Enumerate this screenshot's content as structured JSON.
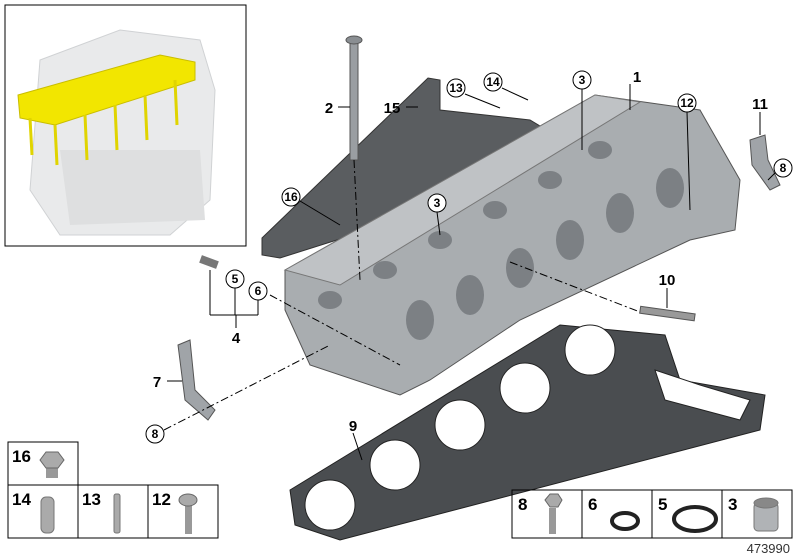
{
  "diagram": {
    "image_number": "473990",
    "colors": {
      "highlight": "#f2e600",
      "part": "#a9adb0",
      "gasket": "#3c3c3c",
      "line": "#000000"
    },
    "callouts": [
      {
        "id": "c1",
        "label": "1",
        "circled": false
      },
      {
        "id": "c2",
        "label": "2",
        "circled": false
      },
      {
        "id": "c15",
        "label": "15",
        "circled": false
      },
      {
        "id": "c13",
        "label": "13",
        "circled": true
      },
      {
        "id": "c14",
        "label": "14",
        "circled": true
      },
      {
        "id": "c3a",
        "label": "3",
        "circled": true
      },
      {
        "id": "c12",
        "label": "12",
        "circled": true
      },
      {
        "id": "c11",
        "label": "11",
        "circled": false
      },
      {
        "id": "c8a",
        "label": "8",
        "circled": true
      },
      {
        "id": "c16",
        "label": "16",
        "circled": true
      },
      {
        "id": "c3b",
        "label": "3",
        "circled": true
      },
      {
        "id": "c5",
        "label": "5",
        "circled": true
      },
      {
        "id": "c6",
        "label": "6",
        "circled": true
      },
      {
        "id": "c4",
        "label": "4",
        "circled": false
      },
      {
        "id": "c10",
        "label": "10",
        "circled": false
      },
      {
        "id": "c7",
        "label": "7",
        "circled": false
      },
      {
        "id": "c8b",
        "label": "8",
        "circled": true
      },
      {
        "id": "c9",
        "label": "9",
        "circled": false
      }
    ],
    "parts_boxes_left": [
      {
        "label": "16",
        "icon": "hex-plug-icon"
      },
      {
        "label": "14",
        "icon": "dowel-pin-icon"
      },
      {
        "label": "13",
        "icon": "stud-icon"
      },
      {
        "label": "12",
        "icon": "torx-bolt-icon"
      }
    ],
    "parts_boxes_right": [
      {
        "label": "8",
        "icon": "hex-bolt-icon"
      },
      {
        "label": "6",
        "icon": "small-o-ring-icon"
      },
      {
        "label": "5",
        "icon": "large-o-ring-icon"
      },
      {
        "label": "3",
        "icon": "sleeve-icon"
      }
    ]
  }
}
